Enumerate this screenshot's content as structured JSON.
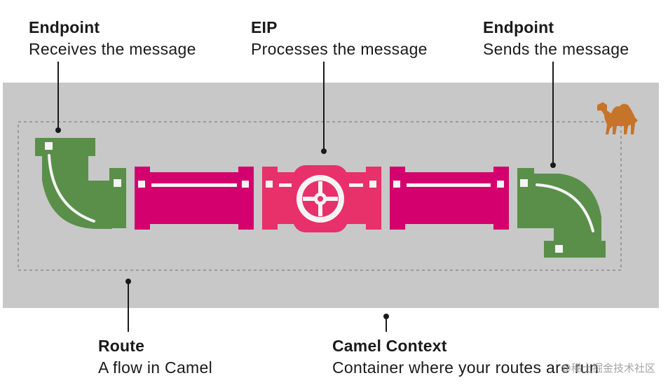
{
  "labels": {
    "endpoint_in": {
      "title": "Endpoint",
      "desc": "Receives the message"
    },
    "eip": {
      "title": "EIP",
      "desc": "Processes the message"
    },
    "endpoint_out": {
      "title": "Endpoint",
      "desc": "Sends the message"
    },
    "route": {
      "title": "Route",
      "desc": "A flow in Camel"
    },
    "camel_context": {
      "title": "Camel Context",
      "desc": "Container where your routes are run"
    }
  },
  "watermark": "@稀土掘金技术社区",
  "colors": {
    "context_bg": "#c8c8c8",
    "pipe_green": "#5a8f4a",
    "pipe_green_dark": "#4a7c3c",
    "pipe_magenta": "#d4006e",
    "pipe_magenta_dark": "#b80060",
    "eip_pink": "#e8306a",
    "eip_pink_dark": "#c9205a",
    "highlight": "#f4f4f4",
    "camel": "#c6742a"
  },
  "icons": [
    "camel-icon",
    "valve-wheel-icon"
  ]
}
